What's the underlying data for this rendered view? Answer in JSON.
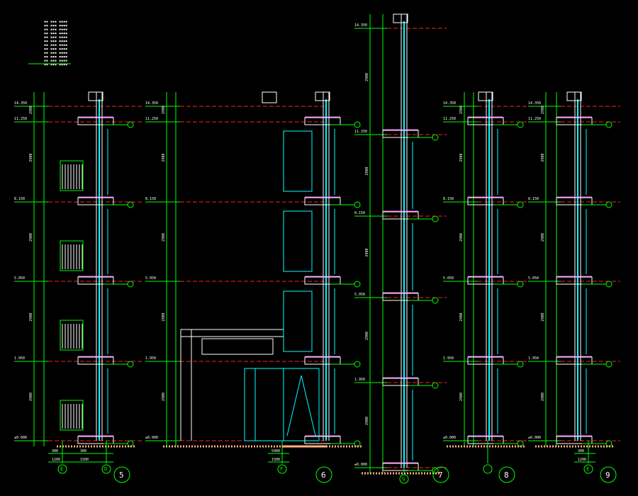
{
  "drawing": {
    "type": "architectural wall sections (CAD)",
    "colors": {
      "background": "#000000",
      "dimension": "#00ff00",
      "floor_line": "#ff2020",
      "wall": "#ffffff",
      "glass": "#00ffff",
      "finish": "#ff60ff",
      "hatch": "#ffb080"
    },
    "sections": [
      {
        "id": "5",
        "axes": [
          "E",
          "D"
        ],
        "bubble": "5",
        "dims": [
          "300",
          "1200",
          "300",
          "1500"
        ]
      },
      {
        "id": "6",
        "axes": [
          "F"
        ],
        "bubble": "6",
        "dims": [
          "5400",
          "1500"
        ]
      },
      {
        "id": "7",
        "axes": [
          "G"
        ],
        "bubble": "7",
        "dims": []
      },
      {
        "id": "8",
        "axes": [
          ""
        ],
        "bubble": "8",
        "dims": []
      },
      {
        "id": "9",
        "axes": [
          "E"
        ],
        "bubble": "9",
        "dims": [
          "300",
          "1200"
        ]
      }
    ],
    "levels": [
      "14.350",
      "11.250",
      "8.150",
      "5.050",
      "1.950",
      "±0.000"
    ],
    "floor_heights": [
      "2900",
      "2900",
      "2900",
      "2900"
    ]
  }
}
